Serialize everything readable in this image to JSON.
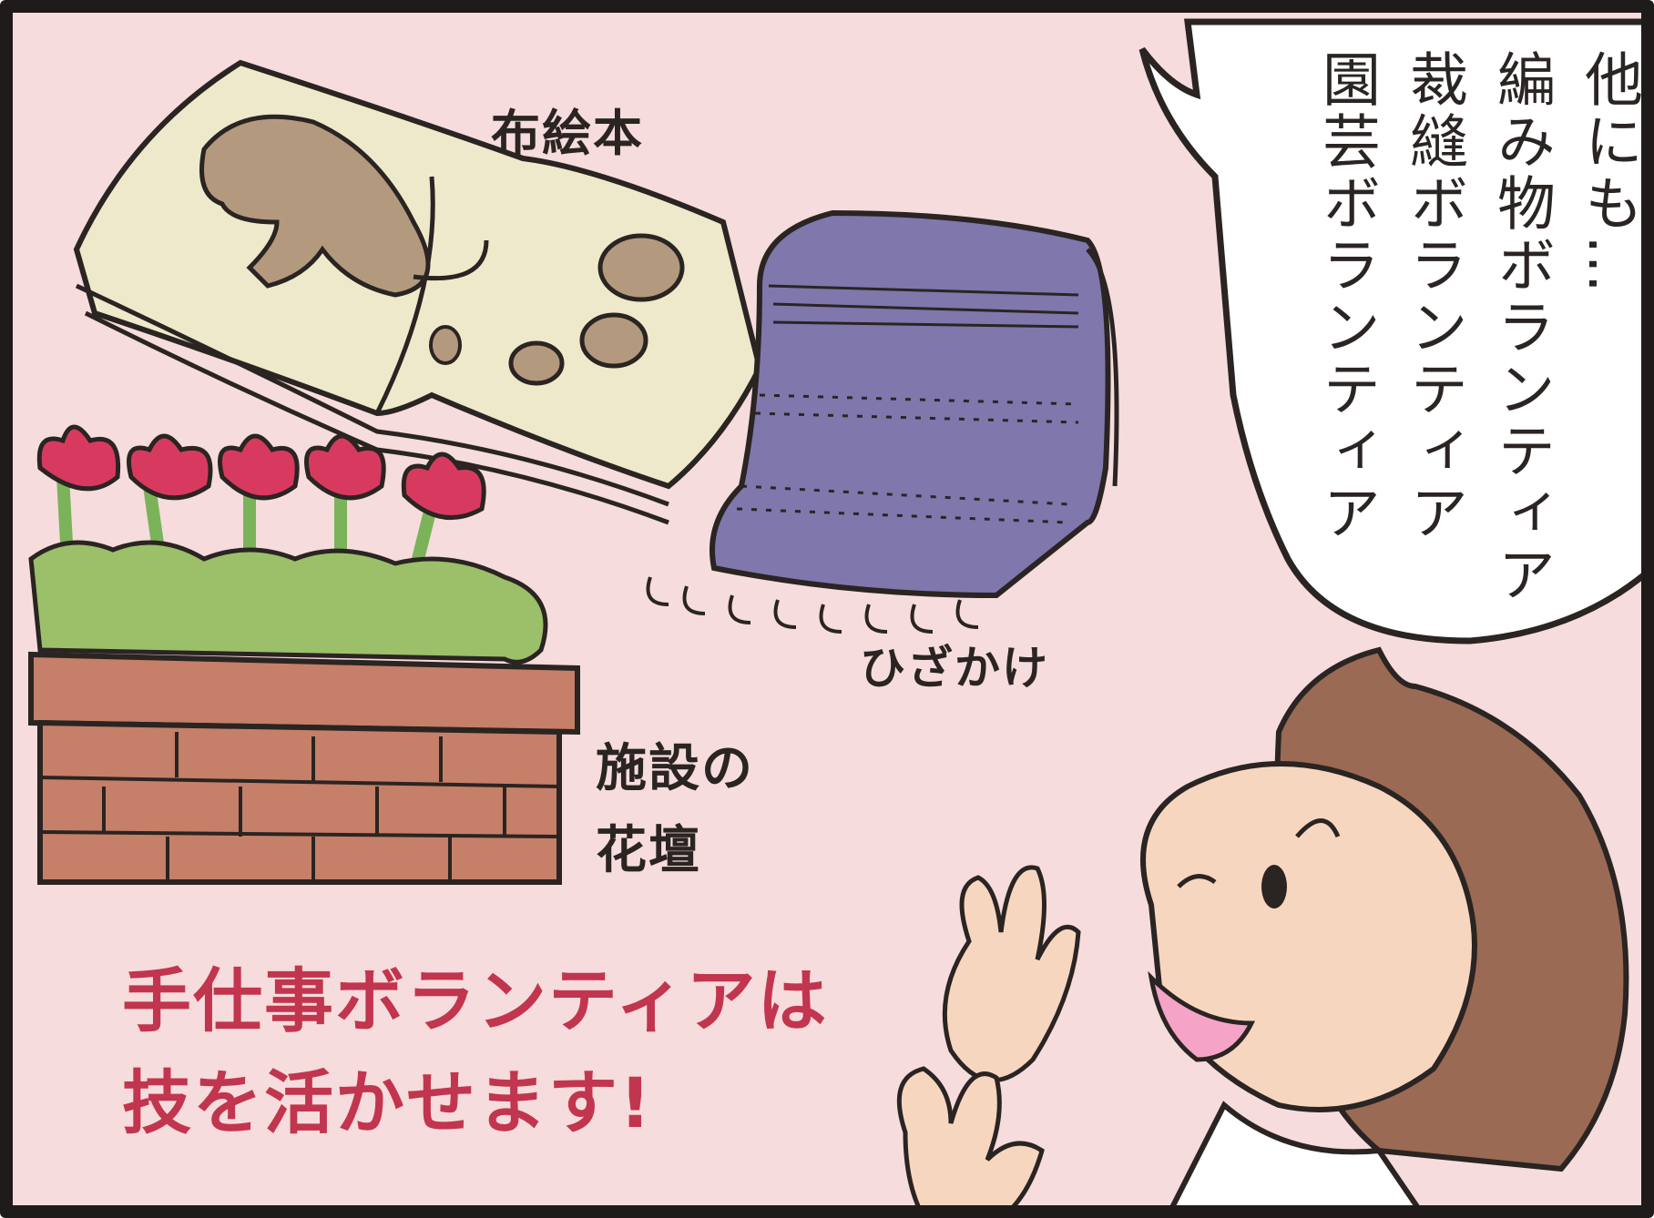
{
  "labels": {
    "cloth_book": "布絵本",
    "lap_blanket": "ひざかけ",
    "flower_bed_line1": "施設の",
    "flower_bed_line2": "花壇"
  },
  "speech_bubble": {
    "lines": [
      "他にも…",
      "編み物ボランティア",
      "裁縫ボランティア",
      "園芸ボランティア"
    ]
  },
  "caption": {
    "line1": "手仕事ボランティアは",
    "line2": "技を活かせます!"
  },
  "colors": {
    "panel_background": "#f6dcdc",
    "border": "#1e1b1a",
    "caption_text": "#c2354e",
    "cloth_book": "#efe9cc",
    "book_animal": "#b39a7e",
    "blanket": "#8077ad",
    "flowers": "#d83a5f",
    "foliage": "#9cbf6a",
    "brick": "#c67f68",
    "skin": "#f7d6c0",
    "hair": "#9a6a55"
  }
}
